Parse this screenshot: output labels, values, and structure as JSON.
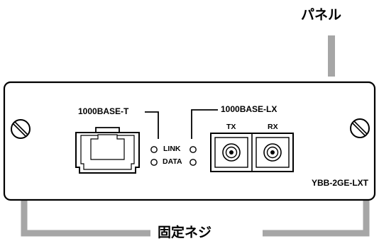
{
  "callouts": {
    "panel": "パネル",
    "screws": "固定ネジ"
  },
  "ports": {
    "copper": "1000BASE-T",
    "fiber": "1000BASE-LX",
    "tx": "TX",
    "rx": "RX"
  },
  "leds": {
    "link": "LINK",
    "data": "DATA"
  },
  "model": "YBB-2GE-LXT",
  "colors": {
    "line": "#000000",
    "leader_gray": "#a6a6a6",
    "background": "#ffffff"
  }
}
